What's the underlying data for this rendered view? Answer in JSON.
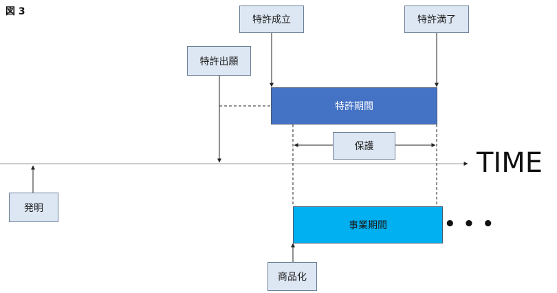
{
  "figure_label": "図 3",
  "axis": {
    "label": "TIME"
  },
  "labels": {
    "patent_grant": "特許成立",
    "patent_expiry": "特許満了",
    "patent_filing": "特許出願",
    "invention": "発明",
    "protection": "保護",
    "commercialization": "商品化"
  },
  "bars": {
    "patent_period": "特許期間",
    "business_period": "事業期間"
  },
  "continuation": "• • •",
  "colors": {
    "patent_period_fill": "#4472c4",
    "business_period_fill": "#00b0f0",
    "label_fill": "#dde7f3",
    "label_border": "#6b7f96",
    "line": "#222222",
    "axis_line": "#9a9a9a"
  }
}
